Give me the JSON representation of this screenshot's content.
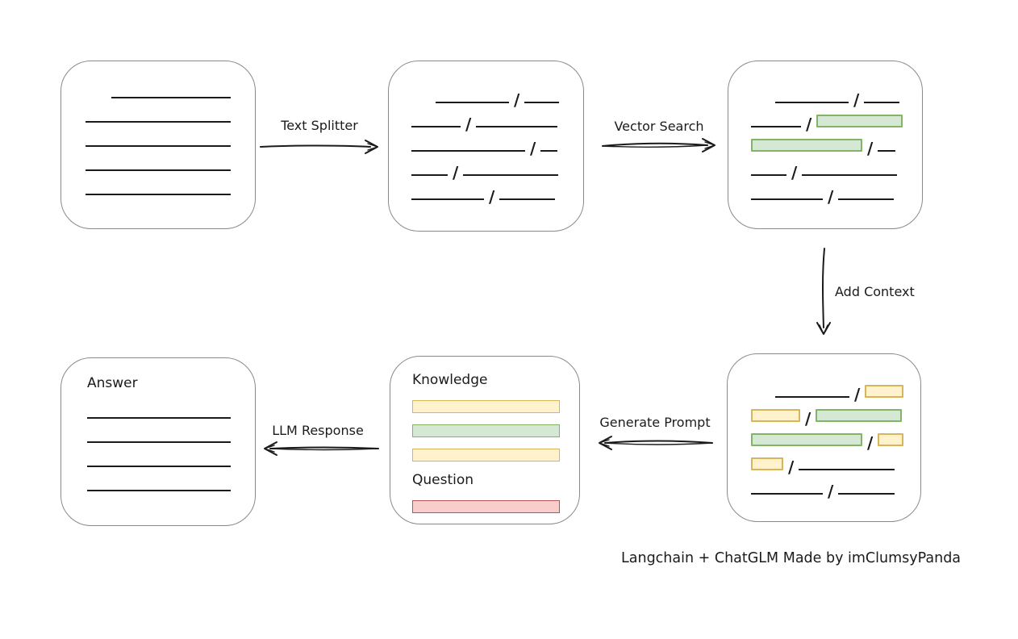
{
  "diagram": {
    "caption": "Langchain + ChatGLM Made by imClumsyPanda",
    "slash_char": "/",
    "colors": {
      "ink": "#1b1b1b",
      "box_border": "#8a8a8a",
      "green_fill": "#d5e8d4",
      "green_border": "#82b366",
      "yellow_fill": "#fff2cc",
      "yellow_border": "#d6b656",
      "red_fill": "#f8cecc",
      "red_border": "#b85450"
    },
    "arrows": [
      {
        "id": "text-splitter",
        "label": "Text Splitter",
        "direction": "right"
      },
      {
        "id": "vector-search",
        "label": "Vector Search",
        "direction": "right"
      },
      {
        "id": "add-context",
        "label": "Add Context",
        "direction": "down"
      },
      {
        "id": "generate-prompt",
        "label": "Generate Prompt",
        "direction": "left"
      },
      {
        "id": "llm-response",
        "label": "LLM Response",
        "direction": "left"
      }
    ],
    "boxes": {
      "source_document": {
        "rows": [
          [
            {
              "t": "line",
              "w": 148,
              "ml": 32
            }
          ],
          [
            {
              "t": "line",
              "w": 180
            }
          ],
          [
            {
              "t": "line",
              "w": 180
            }
          ],
          [
            {
              "t": "line",
              "w": 180
            }
          ],
          [
            {
              "t": "line",
              "w": 180
            }
          ]
        ]
      },
      "split_chunks": {
        "rows": [
          [
            {
              "t": "line",
              "w": 91,
              "ml": 30
            },
            {
              "t": "slash"
            },
            {
              "t": "line",
              "w": 43
            }
          ],
          [
            {
              "t": "line",
              "w": 61
            },
            {
              "t": "slash"
            },
            {
              "t": "line",
              "w": 101
            }
          ],
          [
            {
              "t": "line",
              "w": 141
            },
            {
              "t": "slash"
            },
            {
              "t": "line",
              "w": 21
            }
          ],
          [
            {
              "t": "line",
              "w": 45
            },
            {
              "t": "slash"
            },
            {
              "t": "line",
              "w": 118
            }
          ],
          [
            {
              "t": "line",
              "w": 90
            },
            {
              "t": "slash"
            },
            {
              "t": "line",
              "w": 69
            }
          ]
        ]
      },
      "vector_matches": {
        "rows": [
          [
            {
              "t": "line",
              "w": 91,
              "ml": 30
            },
            {
              "t": "slash"
            },
            {
              "t": "line",
              "w": 44
            }
          ],
          [
            {
              "t": "line",
              "w": 62
            },
            {
              "t": "slash"
            },
            {
              "t": "chip",
              "c": "green",
              "w": 107
            }
          ],
          [
            {
              "t": "chip",
              "c": "green",
              "w": 138
            },
            {
              "t": "slash"
            },
            {
              "t": "line",
              "w": 22
            }
          ],
          [
            {
              "t": "line",
              "w": 44
            },
            {
              "t": "slash"
            },
            {
              "t": "line",
              "w": 118
            }
          ],
          [
            {
              "t": "line",
              "w": 89
            },
            {
              "t": "slash"
            },
            {
              "t": "line",
              "w": 69
            }
          ]
        ]
      },
      "context_chunks": {
        "rows": [
          [
            {
              "t": "line",
              "w": 92,
              "ml": 30
            },
            {
              "t": "slash"
            },
            {
              "t": "chip",
              "c": "yellow",
              "w": 48
            }
          ],
          [
            {
              "t": "chip",
              "c": "yellow",
              "w": 61
            },
            {
              "t": "slash"
            },
            {
              "t": "chip",
              "c": "green",
              "w": 107
            }
          ],
          [
            {
              "t": "chip",
              "c": "green",
              "w": 138
            },
            {
              "t": "slash"
            },
            {
              "t": "chip",
              "c": "yellow",
              "w": 32
            }
          ],
          [
            {
              "t": "chip",
              "c": "yellow",
              "w": 40
            },
            {
              "t": "slash"
            },
            {
              "t": "line",
              "w": 119
            }
          ],
          [
            {
              "t": "line",
              "w": 89
            },
            {
              "t": "slash"
            },
            {
              "t": "line",
              "w": 70
            }
          ]
        ]
      },
      "prompt": {
        "sections": [
          {
            "title": "Knowledge",
            "bars": [
              "yellow",
              "green",
              "yellow"
            ]
          },
          {
            "title": "Question",
            "bars": [
              "red"
            ]
          }
        ]
      },
      "answer": {
        "title": "Answer",
        "lines": {
          "count": 4,
          "width": 178
        }
      }
    }
  }
}
